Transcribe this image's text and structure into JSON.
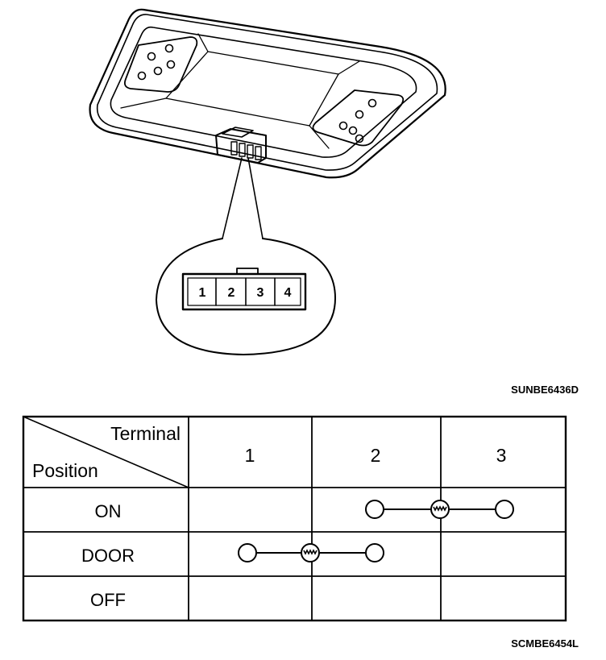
{
  "illustration": {
    "connector_pins": [
      "1",
      "2",
      "3",
      "4"
    ],
    "code": "SUNBE6436D"
  },
  "table": {
    "header_terminal": "Terminal",
    "header_position": "Position",
    "terminals": [
      "1",
      "2",
      "3"
    ],
    "rows": [
      {
        "position": "ON",
        "connect": [
          "2",
          "3"
        ],
        "element": "resistor"
      },
      {
        "position": "DOOR",
        "connect": [
          "1",
          "2"
        ],
        "element": "resistor"
      },
      {
        "position": "OFF",
        "connect": []
      }
    ],
    "code": "SCMBE6454L"
  }
}
